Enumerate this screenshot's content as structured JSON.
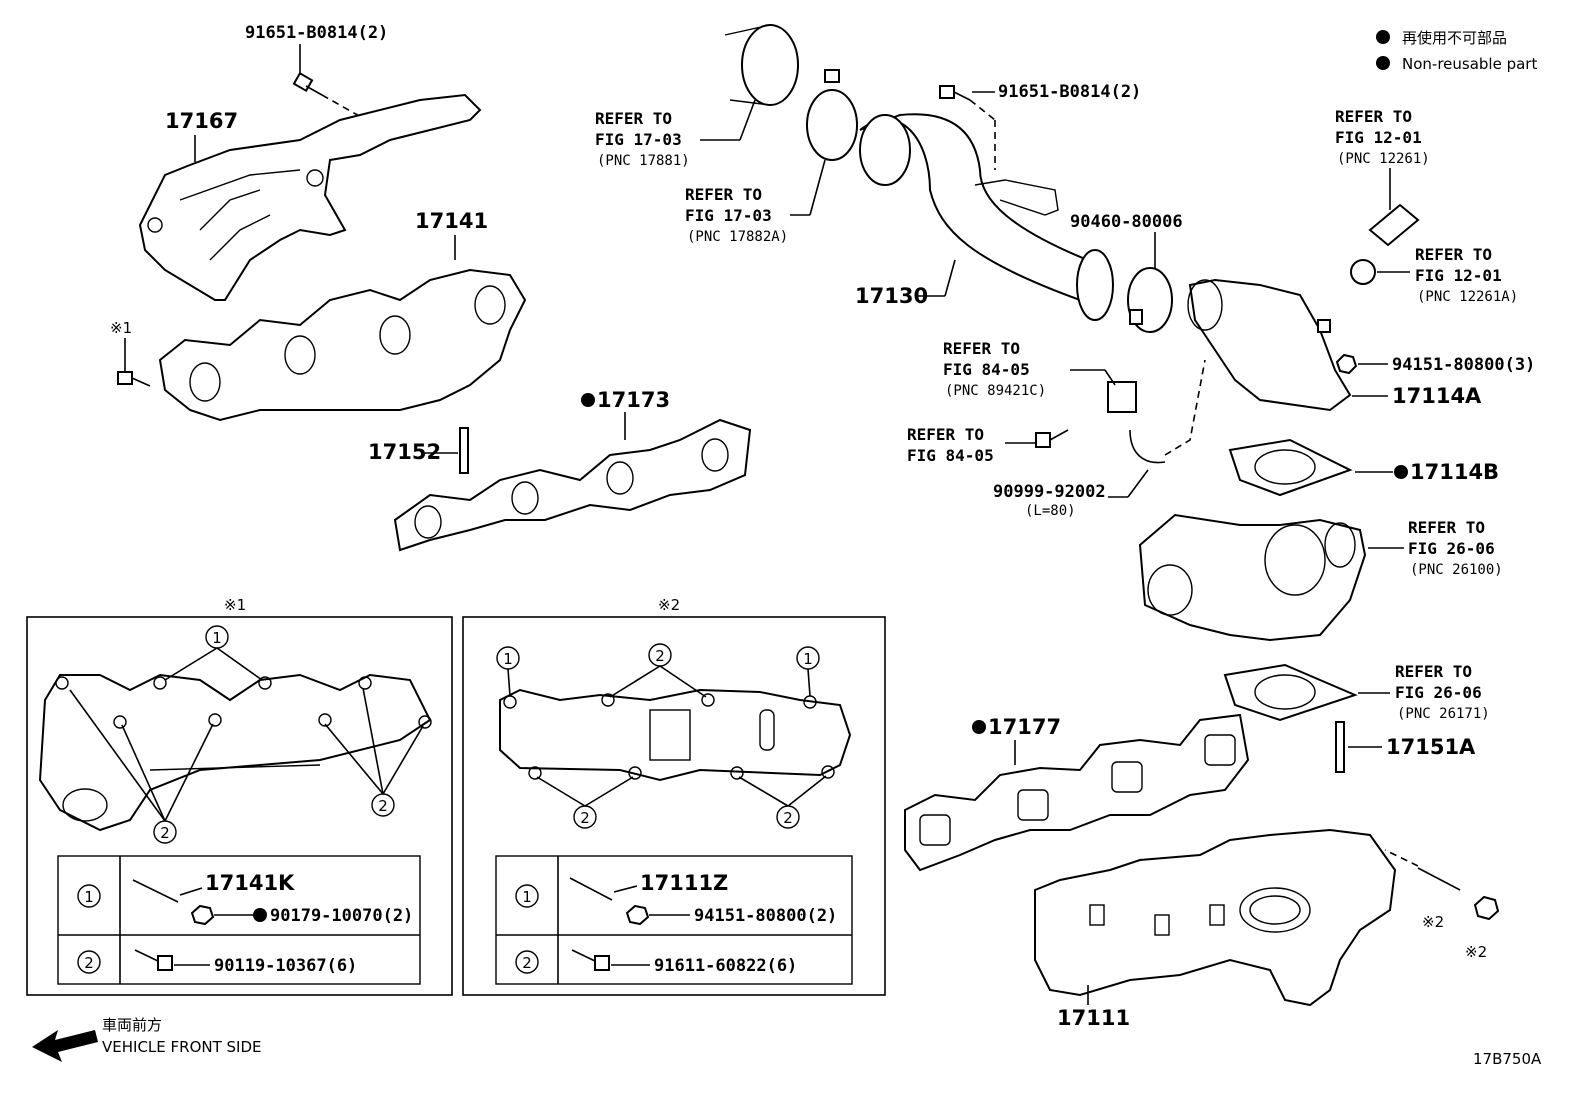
{
  "legend": {
    "jp": "再使用不可部品",
    "en": "Non-reusable part"
  },
  "labels": {
    "p91651_top": "91651-B0814(2)",
    "p17167": "17167",
    "p17141": "17141",
    "asterisk1_left": "※1",
    "p17152": "17152",
    "p17173": "17173",
    "refer17881_l1": "REFER TO",
    "refer17881_l2": "FIG 17-03",
    "refer17881_l3": "(PNC 17881)",
    "refer17882_l1": "REFER TO",
    "refer17882_l2": "FIG 17-03",
    "refer17882_l3": "(PNC 17882A)",
    "p91651_mid": "91651-B0814(2)",
    "p17130": "17130",
    "p90460": "90460-80006",
    "refer12261_l1": "REFER TO",
    "refer12261_l2": "FIG 12-01",
    "refer12261_l3": "(PNC 12261)",
    "refer12261a_l1": "REFER TO",
    "refer12261a_l2": "FIG 12-01",
    "refer12261a_l3": "(PNC 12261A)",
    "p94151": "94151-80800(3)",
    "p17114A": "17114A",
    "refer89421_l1": "REFER TO",
    "refer89421_l2": "FIG 84-05",
    "refer89421_l3": "(PNC 89421C)",
    "refer8405_l1": "REFER TO",
    "refer8405_l2": "FIG 84-05",
    "p90999": "90999-92002",
    "p90999_len": "(L=80)",
    "p17114B": "17114B",
    "refer26100_l1": "REFER TO",
    "refer26100_l2": "FIG 26-06",
    "refer26100_l3": "(PNC 26100)",
    "refer26171_l1": "REFER TO",
    "refer26171_l2": "FIG 26-06",
    "refer26171_l3": "(PNC 26171)",
    "p17151A": "17151A",
    "p17177": "17177",
    "asterisk2_a": "※2",
    "asterisk2_b": "※2",
    "p17111": "17111",
    "front_jp": "車両前方",
    "front_en": "VEHICLE FRONT SIDE",
    "figure_code": "17B750A"
  },
  "box1": {
    "title": "※1",
    "callout1": "1",
    "callout2": "2",
    "row1_num": "1",
    "row1_part_a": "17141K",
    "row1_part_b": "90179-10070(2)",
    "row2_num": "2",
    "row2_part": "90119-10367(6)"
  },
  "box2": {
    "title": "※2",
    "callout1": "1",
    "callout2": "2",
    "row1_num": "1",
    "row1_part_a": "17111Z",
    "row1_part_b": "94151-80800(2)",
    "row2_num": "2",
    "row2_part": "91611-60822(6)"
  }
}
